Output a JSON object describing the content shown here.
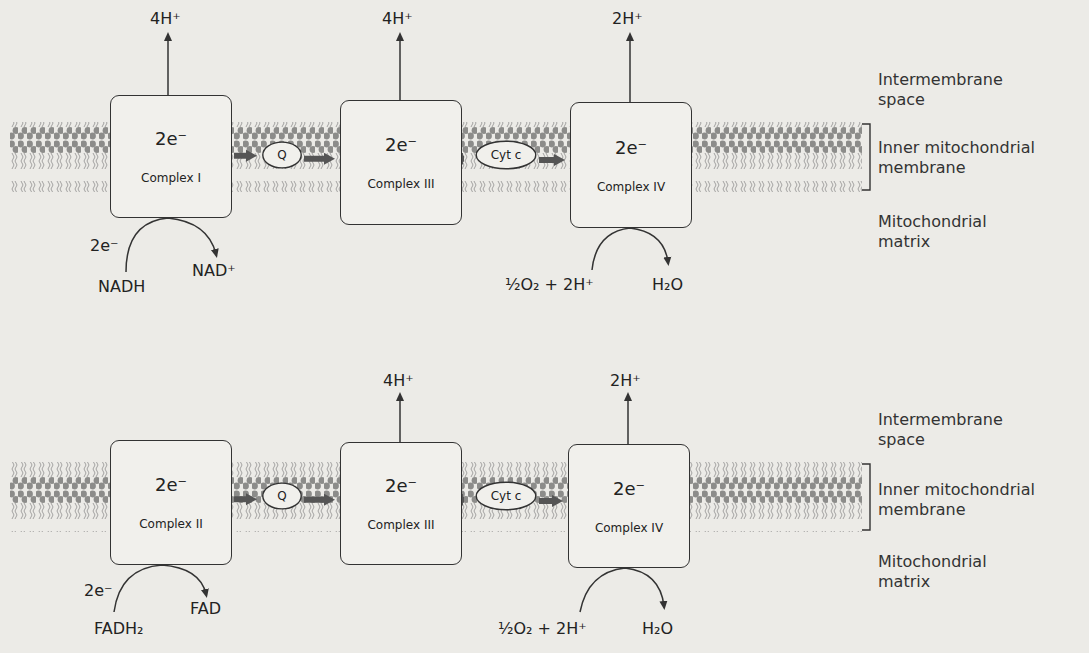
{
  "diagram": {
    "nodes": [
      {
        "text": [
          "2e⁻",
          "Complex I"
        ]
      },
      {
        "text": [
          "Q"
        ]
      },
      {
        "text": [
          "2e⁻",
          "Complex III"
        ]
      },
      {
        "text": [
          "Cyt c"
        ]
      },
      {
        "text": [
          "2e⁻",
          "Complex IV"
        ]
      },
      {
        "text": [
          "2e⁻",
          "Complex II"
        ]
      },
      {
        "text": [
          "Q"
        ]
      },
      {
        "text": [
          "2e⁻",
          "Complex III"
        ]
      },
      {
        "text": [
          "Cyt c"
        ]
      },
      {
        "text": [
          "2e⁻",
          "Complex IV"
        ]
      }
    ],
    "edges": [
      {
        "from": 0,
        "to": 1,
        "arrow": "to"
      },
      {
        "from": 1,
        "to": 2,
        "arrow": "to"
      },
      {
        "from": 2,
        "to": 3,
        "arrow": "to"
      },
      {
        "from": 3,
        "to": 4,
        "arrow": "to"
      },
      {
        "from": 5,
        "to": 6,
        "arrow": "to"
      },
      {
        "from": 6,
        "to": 7,
        "arrow": "to"
      },
      {
        "from": 7,
        "to": 8,
        "arrow": "to"
      },
      {
        "from": 8,
        "to": 9,
        "arrow": "to"
      }
    ],
    "labels": [
      "4H⁺",
      "4H⁺",
      "2H⁺",
      "Intermembrane space",
      "Inner mitochondrial membrane",
      "Mitochondrial matrix",
      "2e⁻",
      "NADH",
      "NAD⁺",
      "½O₂ + 2H⁺",
      "H₂O",
      "4H⁺",
      "2H⁺",
      "Intermembrane space",
      "Inner mitochondrial membrane",
      "Mitochondrial matrix",
      "2e⁻",
      "FADH₂",
      "FAD",
      "½O₂ + 2H⁺",
      "H₂O"
    ]
  }
}
